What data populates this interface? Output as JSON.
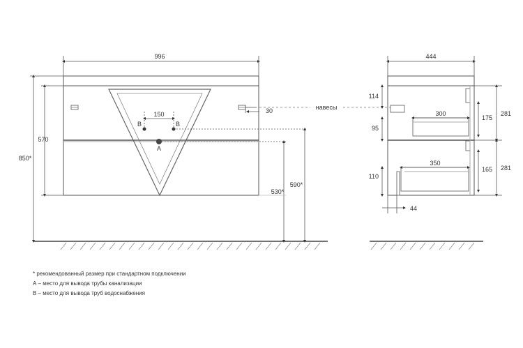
{
  "front_view": {
    "width": "996",
    "height_total": "850*",
    "cabinet_height": "570",
    "pipe_spacing": "150",
    "hanger_offset": "30",
    "label_b_left": "B",
    "label_b_right": "B",
    "label_a": "A",
    "drain_height": "530*",
    "water_height": "590*"
  },
  "side_view": {
    "depth": "444",
    "top_gap": "114",
    "hangers_label": "навесы",
    "drawer_top_depth": "300",
    "drawer_top_height": "175",
    "mid_gap": "95",
    "drawer_bottom_depth": "350",
    "drawer_bottom_height": "165",
    "bottom_gap": "110",
    "back_offset": "44",
    "hanger_spacing_top": "281",
    "hanger_spacing_bottom": "281"
  },
  "notes": [
    "* рекомендованный размер при стандартном подключении",
    "А – место для вывода трубы канализации",
    "B – место для вывода труб водоснабжения"
  ]
}
